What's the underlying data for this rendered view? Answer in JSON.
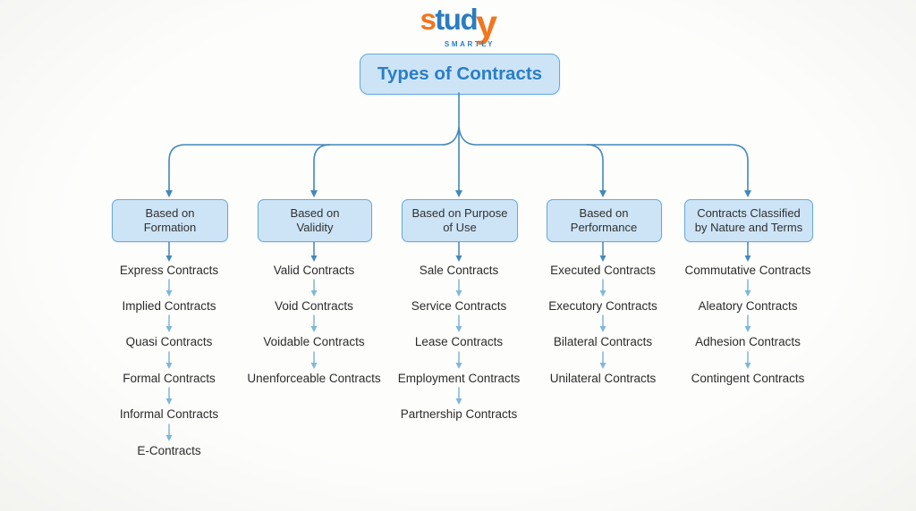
{
  "logo": {
    "letters": [
      {
        "ch": "s",
        "c": "orange"
      },
      {
        "ch": "t",
        "c": "blue"
      },
      {
        "ch": "u",
        "c": "blue"
      },
      {
        "ch": "d",
        "c": "blue"
      },
      {
        "ch": "y",
        "c": "orange"
      }
    ],
    "subtext": "SMARTLY"
  },
  "title": "Types of Contracts",
  "branches": [
    {
      "label_lines": [
        "Based on",
        "Formation"
      ],
      "items": [
        "Express Contracts",
        "Implied Contracts",
        "Quasi Contracts",
        "Formal Contracts",
        "Informal Contracts",
        "E-Contracts"
      ]
    },
    {
      "label_lines": [
        "Based on",
        "Validity"
      ],
      "items": [
        "Valid Contracts",
        "Void Contracts",
        "Voidable Contracts",
        "Unenforceable Contracts"
      ]
    },
    {
      "label_lines": [
        "Based on Purpose",
        "of Use"
      ],
      "items": [
        "Sale Contracts",
        "Service Contracts",
        "Lease Contracts",
        "Employment Contracts",
        "Partnership Contracts"
      ]
    },
    {
      "label_lines": [
        "Based on",
        "Performance"
      ],
      "items": [
        "Executed Contracts",
        "Executory Contracts",
        "Bilateral Contracts",
        "Unilateral Contracts"
      ]
    },
    {
      "label_lines": [
        "Contracts Classified",
        "by Nature and Terms"
      ],
      "items": [
        "Commutative Contracts",
        "Aleatory Contracts",
        "Adhesion Contracts",
        "Contingent Contracts"
      ]
    }
  ],
  "colors": {
    "node_fill": "#cde4f6",
    "node_border": "#66a9d8",
    "title_text": "#2b7ec6",
    "tree_line": "#4288ba",
    "item_arrow": "#7fb7da",
    "item_text": "#2b2b2b",
    "logo_orange": "#f0761f",
    "logo_blue": "#2b7cc1"
  }
}
